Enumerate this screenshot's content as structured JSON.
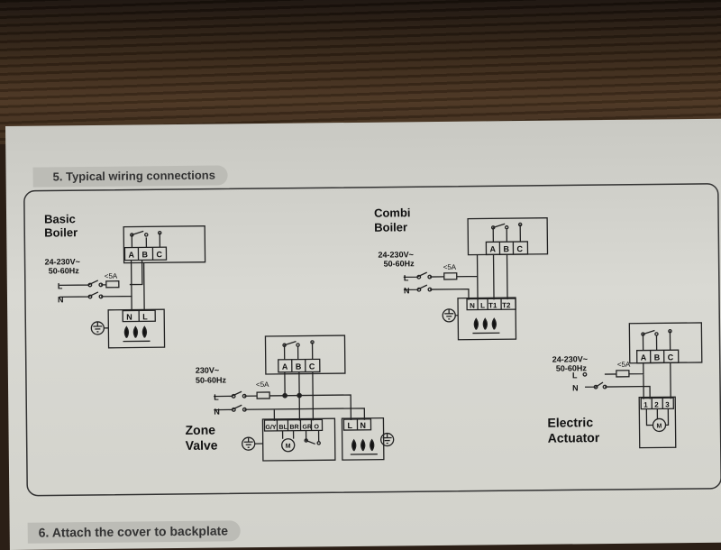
{
  "headings": {
    "section5": "5. Typical wiring connections",
    "section6": "6. Attach the cover to backplate"
  },
  "basic_boiler": {
    "title_line1": "Basic",
    "title_line2": "Boiler",
    "voltage": "24-230V~",
    "frequency": "50-60Hz",
    "fuse": "<5A",
    "line": "L",
    "neutral": "N",
    "terminals": [
      "A",
      "B",
      "C"
    ],
    "boiler_terminals": [
      "N",
      "L"
    ]
  },
  "combi_boiler": {
    "title_line1": "Combi",
    "title_line2": "Boiler",
    "voltage": "24-230V~",
    "frequency": "50-60Hz",
    "fuse": "<5A",
    "line": "L",
    "neutral": "N",
    "terminals": [
      "A",
      "B",
      "C"
    ],
    "boiler_terminals": [
      "N",
      "L",
      "T1",
      "T2"
    ]
  },
  "zone_valve": {
    "title_line1": "Zone",
    "title_line2": "Valve",
    "voltage": "230V~",
    "frequency": "50-60Hz",
    "fuse": "<5A",
    "line": "L",
    "neutral": "N",
    "terminals": [
      "A",
      "B",
      "C"
    ],
    "valve_terminals": [
      "G/Y",
      "BL",
      "BR",
      "GR",
      "O"
    ],
    "boiler_terminals": [
      "L",
      "N"
    ],
    "motor": "M"
  },
  "electric_actuator": {
    "title_line1": "Electric",
    "title_line2": "Actuator",
    "voltage": "24-230V~",
    "frequency": "50-60Hz",
    "fuse": "<5A",
    "line": "L",
    "neutral": "N",
    "terminals": [
      "A",
      "B",
      "C"
    ],
    "actuator_terminals": [
      "1",
      "2",
      "3"
    ],
    "motor": "M"
  }
}
